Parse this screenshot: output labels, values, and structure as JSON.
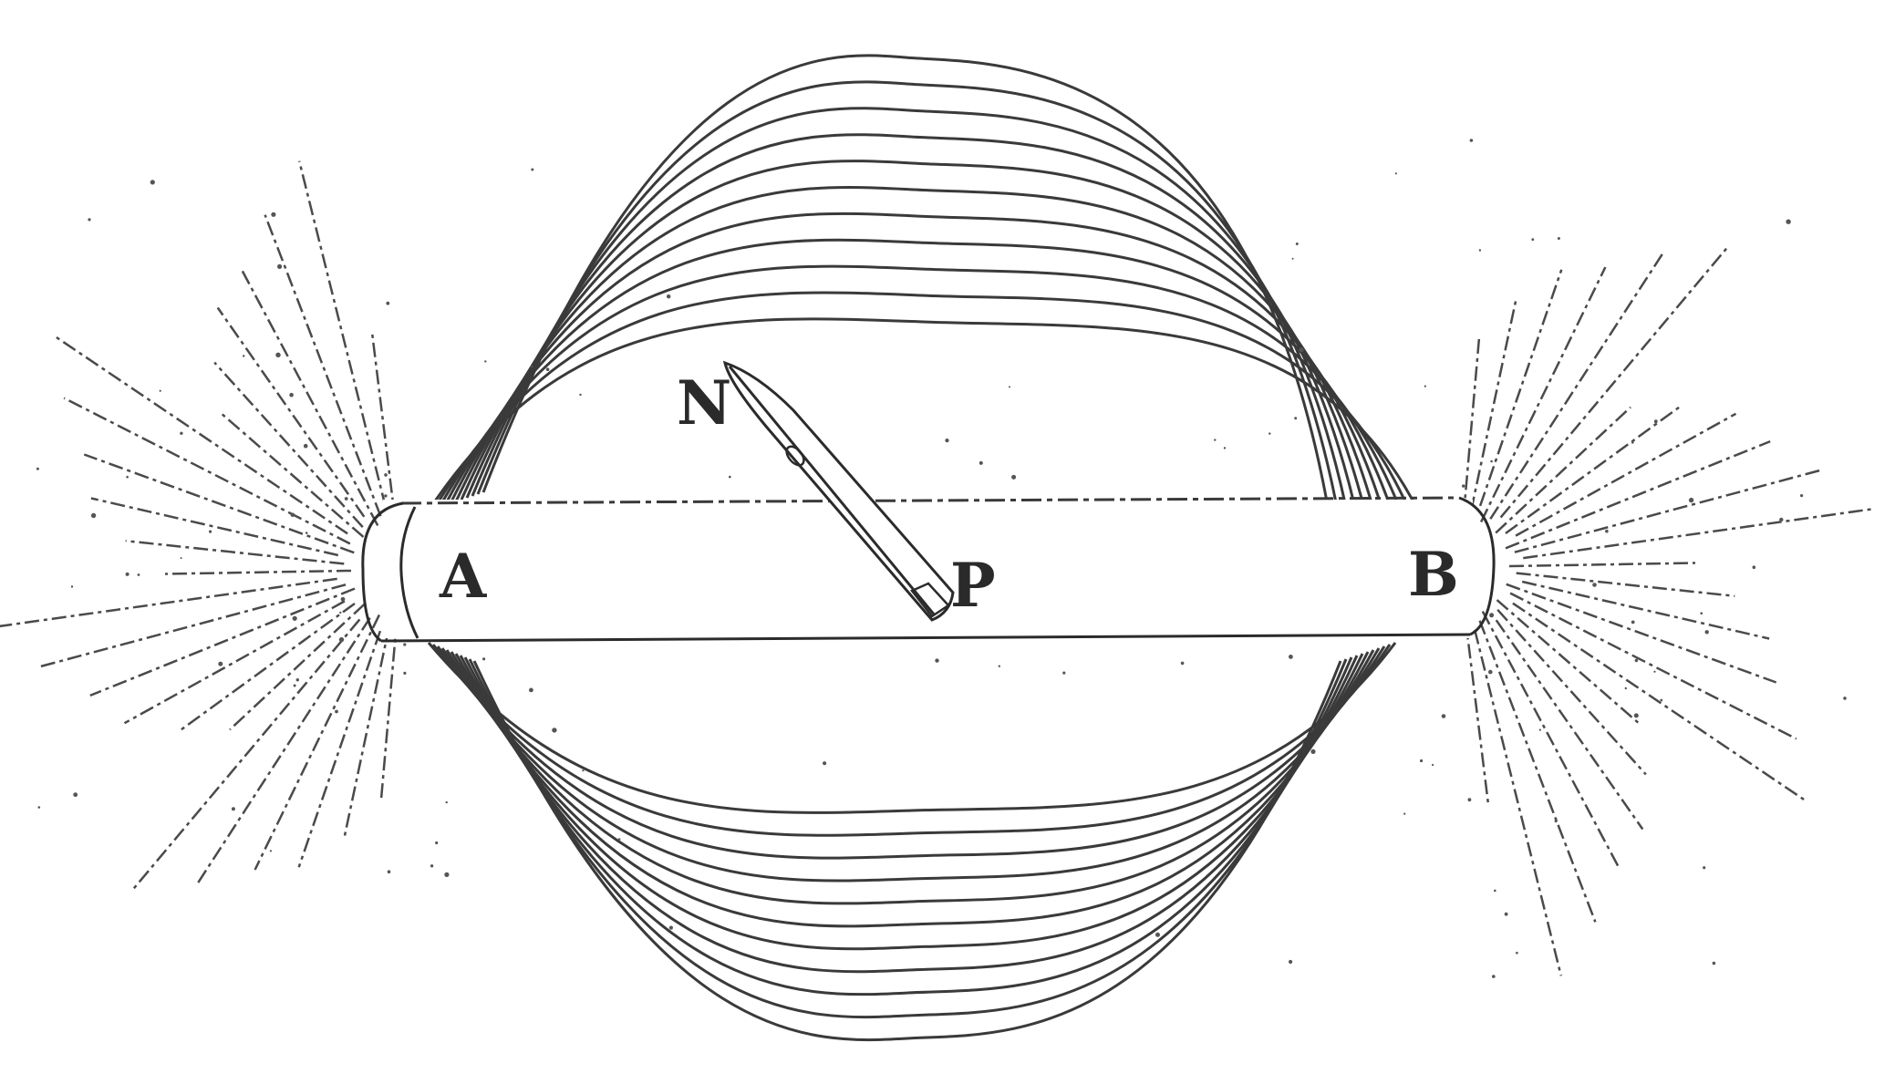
{
  "labels": {
    "pole_a": "A",
    "pole_b": "B",
    "needle_north": "N",
    "needle_pivot": "P"
  },
  "colors": {
    "ink": "#2b2b2b",
    "paper": "#ffffff"
  }
}
